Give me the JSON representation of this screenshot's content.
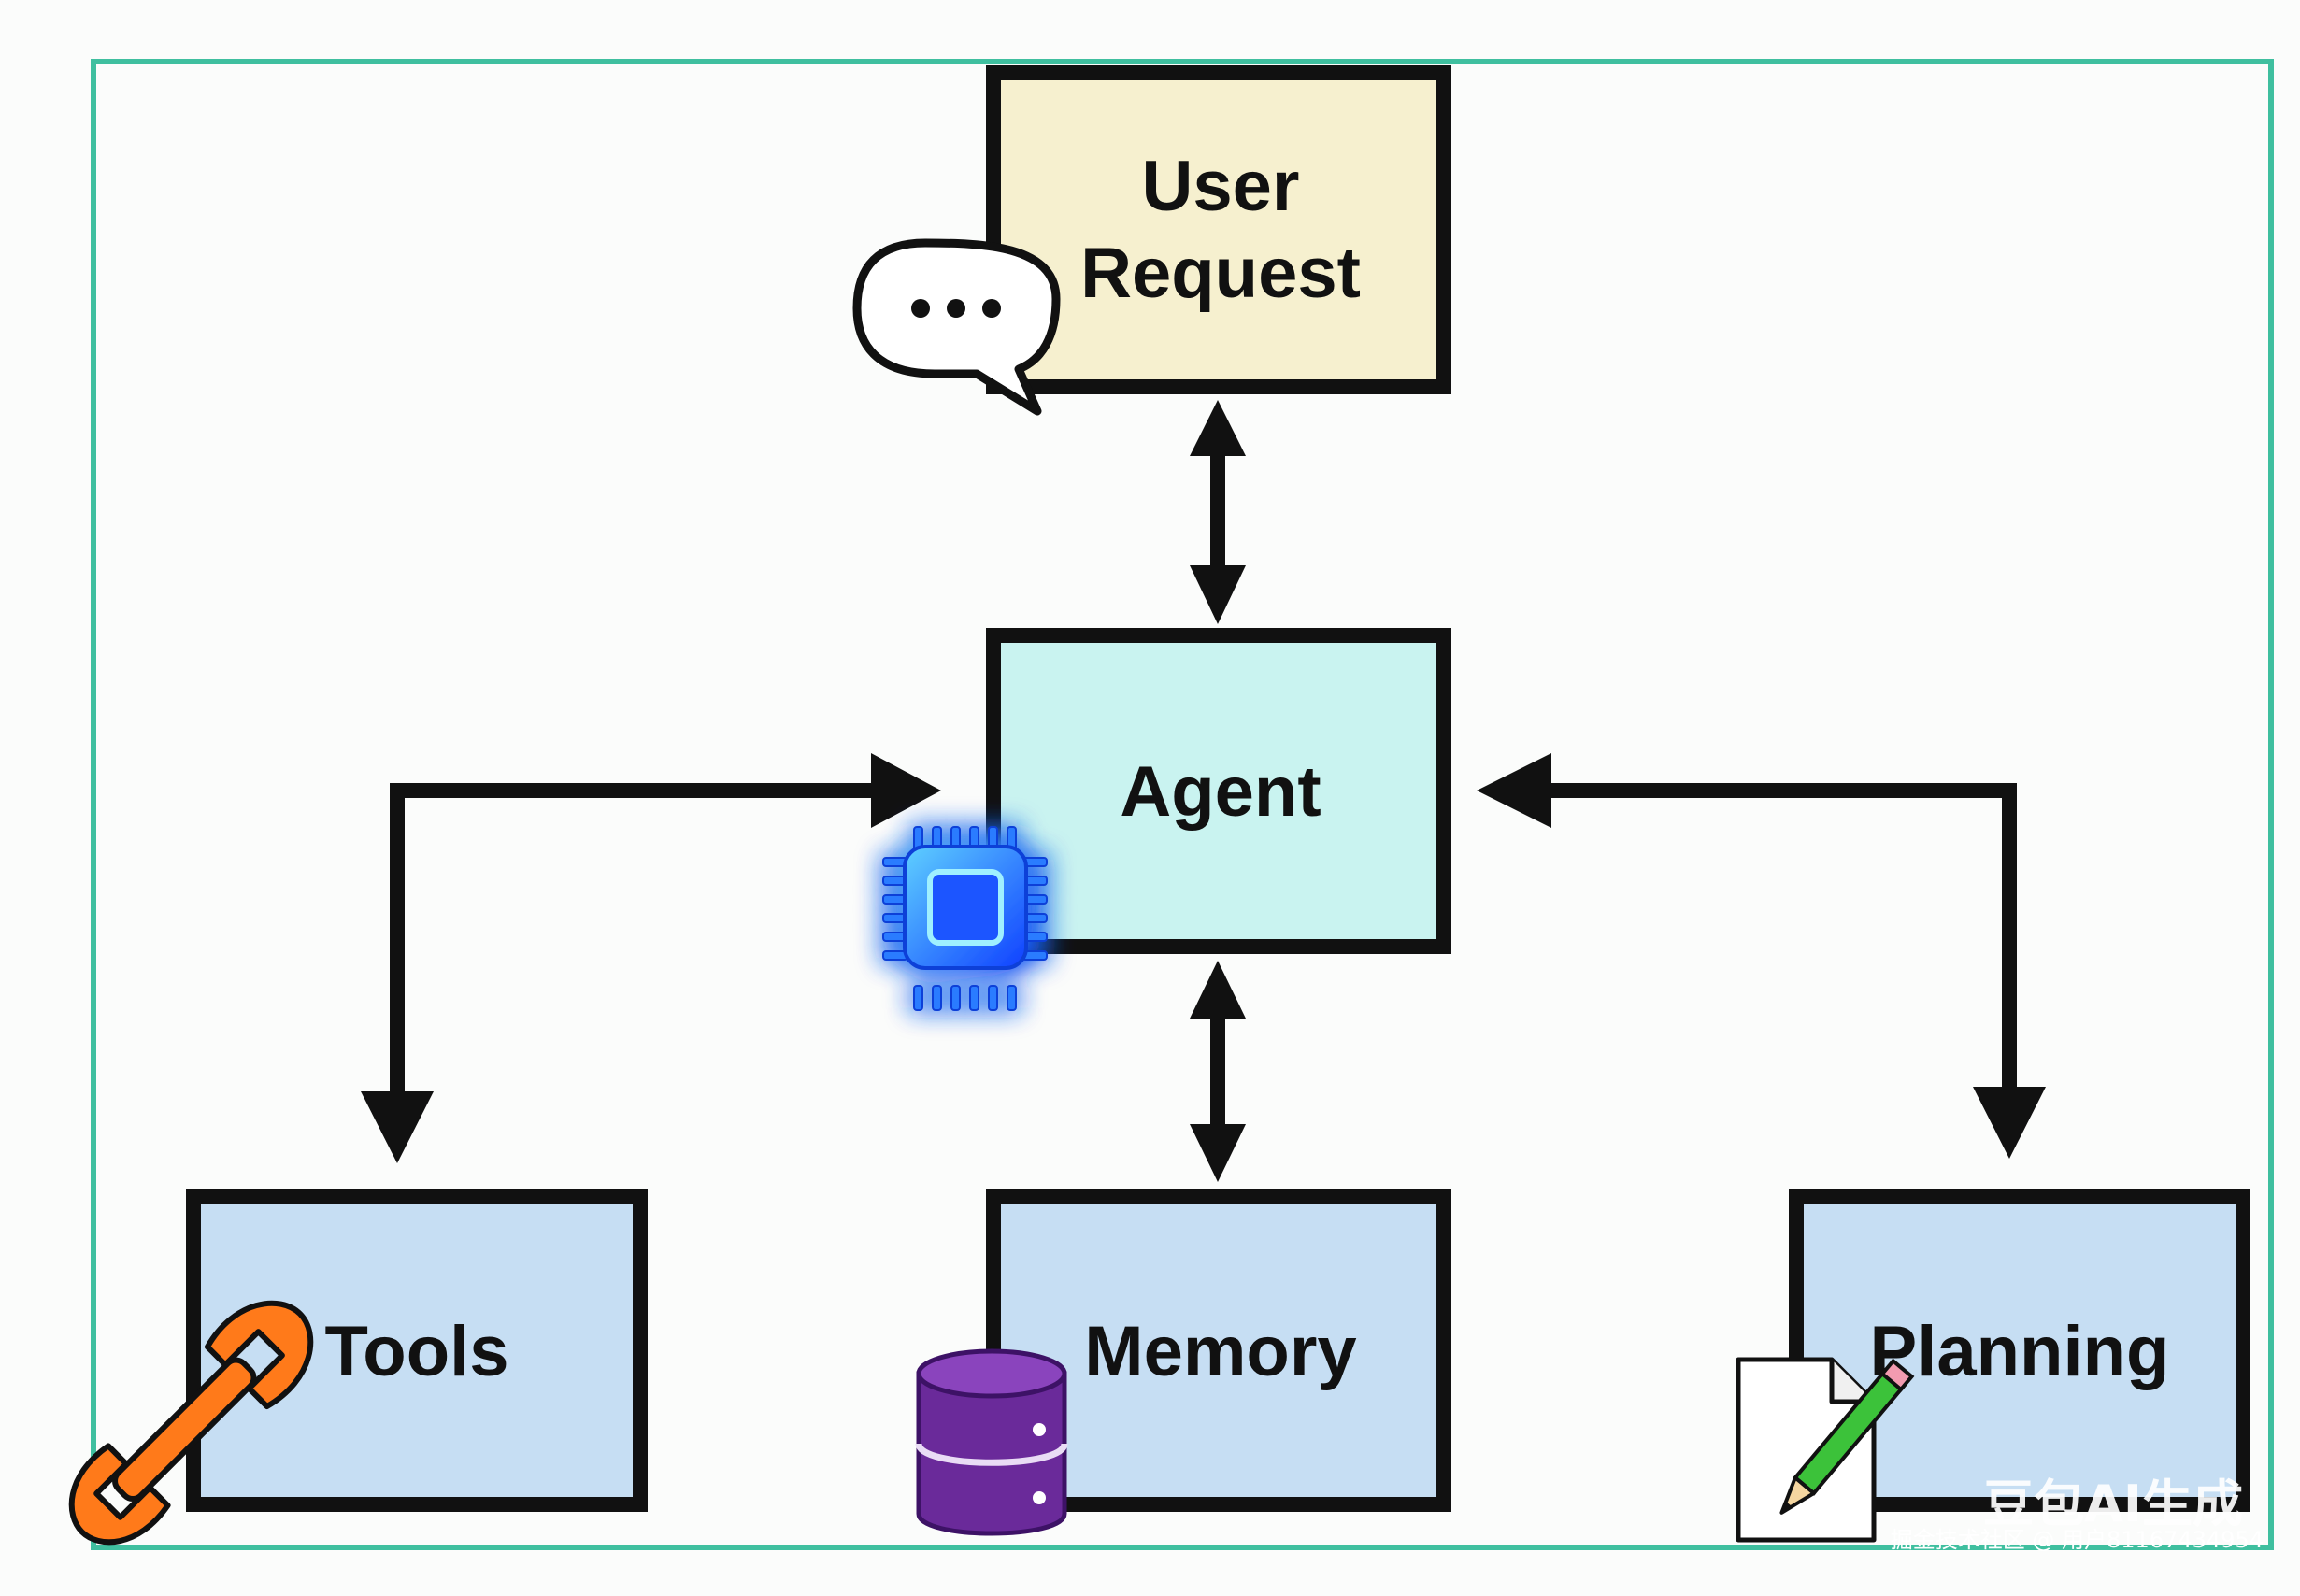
{
  "diagram": {
    "nodes": [
      {
        "id": "user-request",
        "lines": [
          "User",
          "Request"
        ],
        "fill": "#f6f0cf",
        "icon": "speech-bubble-icon"
      },
      {
        "id": "agent",
        "lines": [
          "Agent"
        ],
        "fill": "#c9f3f0",
        "icon": "chip-icon"
      },
      {
        "id": "tools",
        "lines": [
          "Tools"
        ],
        "fill": "#c6def3",
        "icon": "wrench-icon"
      },
      {
        "id": "memory",
        "lines": [
          "Memory"
        ],
        "fill": "#c6def3",
        "icon": "database-icon"
      },
      {
        "id": "planning",
        "lines": [
          "Planning"
        ],
        "fill": "#c6def3",
        "icon": "document-pencil-icon"
      }
    ],
    "edges": [
      {
        "from": "user-request",
        "to": "agent",
        "direction": "both"
      },
      {
        "from": "agent",
        "to": "memory",
        "direction": "both"
      },
      {
        "from": "agent",
        "to": "tools",
        "direction": "both"
      },
      {
        "from": "agent",
        "to": "planning",
        "direction": "both"
      }
    ],
    "colors": {
      "frame": "#3fbf9f",
      "stroke": "#111111",
      "chip": "#1e66ff",
      "wrench": "#ff7a1a",
      "database": "#6a2a9a",
      "pencil": "#3cc23a"
    }
  },
  "watermark": {
    "logo": "豆包AI生成",
    "caption": "掘金技术社区 @ 用户81167434954"
  }
}
